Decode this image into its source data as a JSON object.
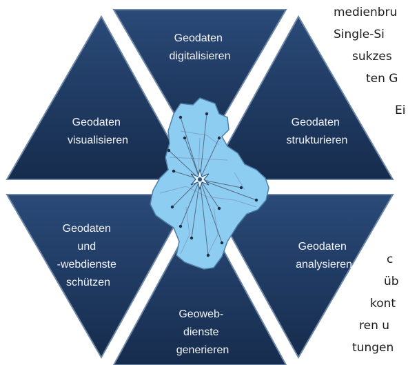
{
  "colors": {
    "segment_fill": "#1b365d",
    "segment_stroke": "#6f87a6",
    "map_fill": "#8ecdf2",
    "map_outline": "#4f7fa6",
    "map_lines": "#556a82"
  },
  "segments": [
    {
      "id": "digitalisieren",
      "lines": [
        "Geodaten",
        "digitalisieren"
      ]
    },
    {
      "id": "strukturieren",
      "lines": [
        "Geodaten",
        "strukturieren"
      ]
    },
    {
      "id": "analysieren",
      "lines": [
        "Geodaten",
        "analysieren"
      ]
    },
    {
      "id": "generieren",
      "lines": [
        "Geoweb-",
        "dienste",
        "generieren"
      ]
    },
    {
      "id": "schuetzen",
      "lines": [
        "Geodaten",
        "und",
        "-webdienste",
        "schützen"
      ]
    },
    {
      "id": "visualisieren",
      "lines": [
        "Geodaten",
        "visualisieren"
      ]
    }
  ],
  "side_text": [
    "medienbru",
    "Single-Si",
    "sukzes",
    "ten G",
    "Ei",
    "c",
    "üb",
    "kont",
    "ren u",
    "tungen"
  ]
}
